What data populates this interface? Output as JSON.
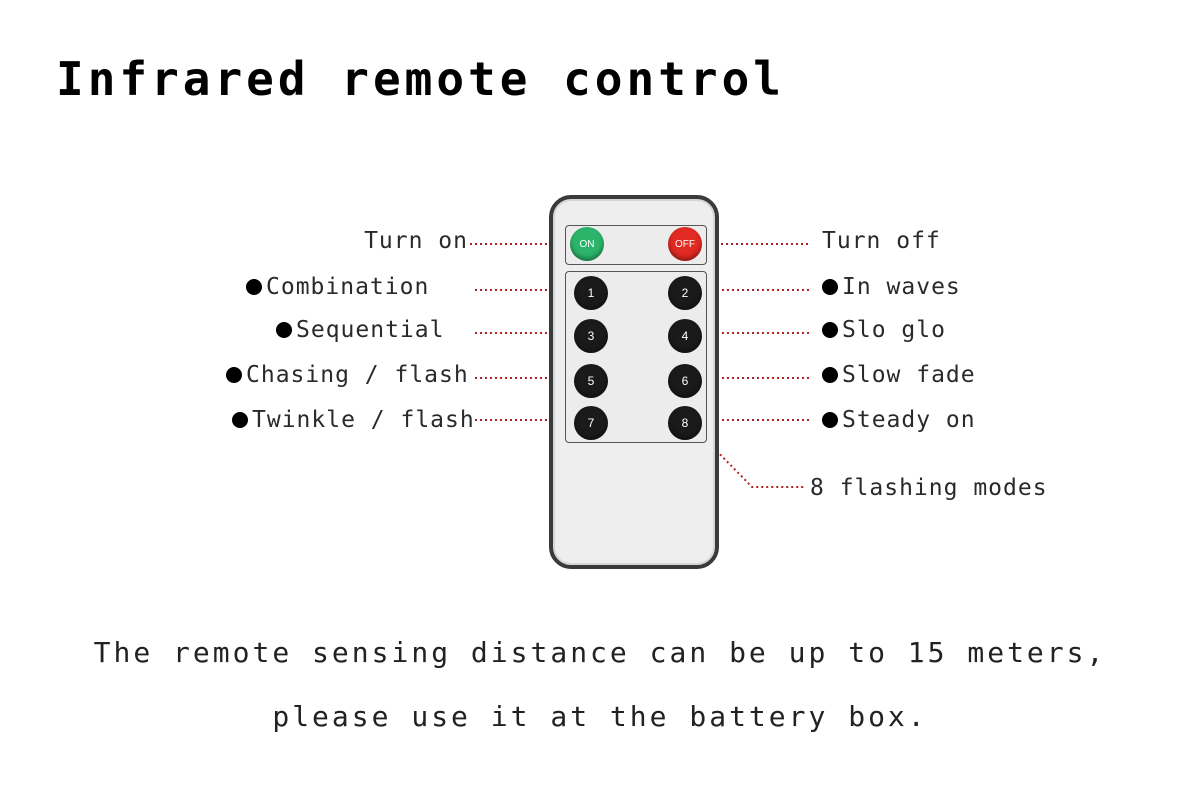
{
  "title": "Infrared remote control",
  "remote": {
    "on_label": "ON",
    "off_label": "OFF",
    "buttons": [
      "1",
      "2",
      "3",
      "4",
      "5",
      "6",
      "7",
      "8"
    ]
  },
  "labels": {
    "turn_on": "Turn on",
    "turn_off": "Turn off",
    "modes_left": [
      "Combination",
      "Sequential",
      "Chasing / flash",
      "Twinkle / flash"
    ],
    "modes_right": [
      "In waves",
      "Slo glo",
      "Slow fade",
      "Steady on"
    ],
    "flashing_modes": "8 flashing modes"
  },
  "caption": {
    "line1": "The remote sensing distance can be up to 15 meters,",
    "line2": "please use it at the battery box."
  },
  "colors": {
    "on_button": "#2bb46a",
    "off_button": "#e02a22",
    "leader_lines": "#b22222"
  }
}
